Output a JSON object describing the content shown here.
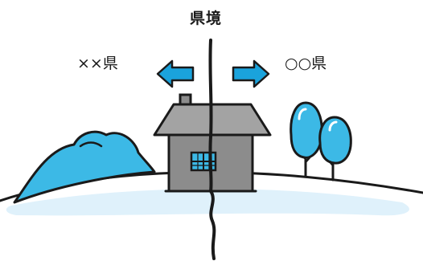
{
  "labels": {
    "border_title": "県境",
    "left_prefecture": "××県",
    "right_prefecture": "○○県"
  },
  "colors": {
    "accent_blue": "#1aa3dc",
    "light_blue": "#3cb9e6",
    "ground": "#dff1fb",
    "ground_edge": "#c6e7f7",
    "house_gray": "#8c8c8c",
    "roof_gray": "#a3a3a3",
    "outline": "#1a1a1a"
  }
}
